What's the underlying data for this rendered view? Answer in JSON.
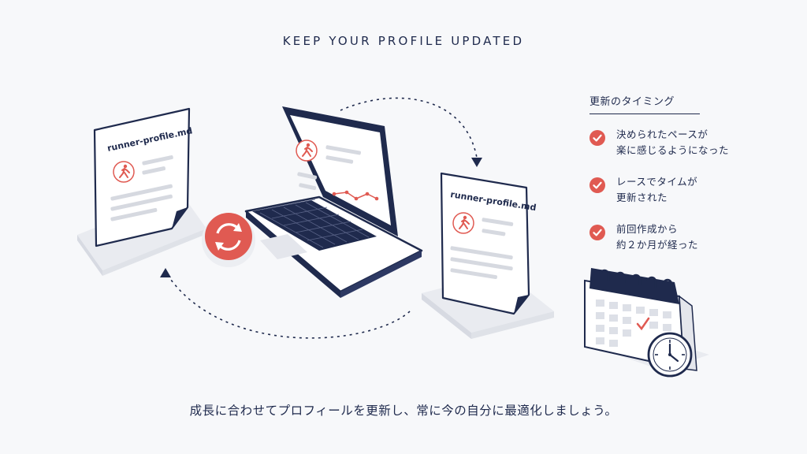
{
  "header": {
    "title": "KEEP YOUR PROFILE UPDATED"
  },
  "documents": {
    "left_filename": "runner-profile.md",
    "right_filename": "runner-profile.md"
  },
  "timing": {
    "heading": "更新のタイミング",
    "items": [
      {
        "line1": "決められたペースが",
        "line2": "楽に感じるようになった"
      },
      {
        "line1": "レースでタイムが",
        "line2": "更新された"
      },
      {
        "line1": "前回作成から",
        "line2": "約２か月が経った"
      }
    ]
  },
  "caption": "成長に合わせてプロフィールを更新し、常に今の自分に最適化しましょう。",
  "colors": {
    "navy": "#1f2a4d",
    "accent": "#e05a52",
    "light": "#e8eaef"
  },
  "icons": [
    "runner-icon",
    "refresh-icon",
    "check-icon",
    "calendar-icon",
    "clock-icon",
    "laptop-icon"
  ]
}
